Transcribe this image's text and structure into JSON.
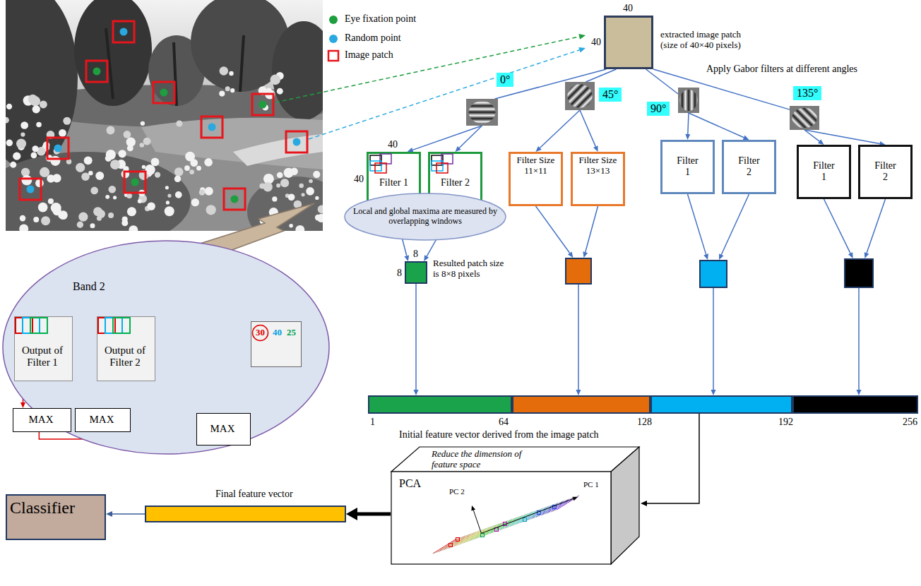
{
  "diagram": {
    "nodes": [
      {
        "text": [
          "extracted image patch (size of 40×40 pixels)"
        ]
      },
      {
        "text": [
          "0°"
        ]
      },
      {
        "text": [
          "45°"
        ]
      },
      {
        "text": [
          "90°"
        ]
      },
      {
        "text": [
          "135°"
        ]
      },
      {
        "text": [
          "Filter 1"
        ]
      },
      {
        "text": [
          "Filter 2"
        ]
      },
      {
        "text": [
          "Filter Size 11×11"
        ]
      },
      {
        "text": [
          "Filter Size 13×13"
        ]
      },
      {
        "text": [
          "Filter 1"
        ]
      },
      {
        "text": [
          "Filter 2"
        ]
      },
      {
        "text": [
          "Filter 1"
        ]
      },
      {
        "text": [
          "Filter 2"
        ]
      },
      {
        "text": [
          "Local and global maxima are measured by overlapping windows"
        ]
      },
      {
        "text": [
          "Resulted patch size is 8×8 pixels"
        ]
      },
      {
        "text": []
      },
      {
        "text": []
      },
      {
        "text": []
      },
      {
        "text": [
          "Initial feature vector derived from the image patch"
        ]
      },
      {
        "text": [
          "Band 2"
        ]
      },
      {
        "text": [
          "Output of Filter 1"
        ],
        "in": 19
      },
      {
        "text": [
          "Output of Filter 2"
        ],
        "in": 19
      },
      {
        "text": [
          "MAX"
        ],
        "in": 19
      },
      {
        "text": [
          "MAX"
        ],
        "in": 19
      },
      {
        "text": [
          "MAX"
        ],
        "in": 19
      },
      {
        "text": [
          "30",
          "40",
          "25"
        ],
        "in": 19
      },
      {
        "text": [
          "Reduce the dimension of feature space",
          "PCA"
        ]
      },
      {
        "text": [
          "Final feature vector"
        ]
      },
      {
        "text": [
          "Classifier"
        ]
      }
    ],
    "edges": [
      {
        "from": 0,
        "to": 1,
        "arrow": "none"
      },
      {
        "from": 0,
        "to": 2,
        "arrow": "none"
      },
      {
        "from": 0,
        "to": 3,
        "arrow": "none"
      },
      {
        "from": 0,
        "to": 4,
        "arrow": "none"
      },
      {
        "from": 1,
        "to": 5,
        "arrow": "to"
      },
      {
        "from": 1,
        "to": 6,
        "arrow": "to"
      },
      {
        "from": 2,
        "to": 7,
        "arrow": "to"
      },
      {
        "from": 2,
        "to": 8,
        "arrow": "to"
      },
      {
        "from": 3,
        "to": 9,
        "arrow": "to"
      },
      {
        "from": 3,
        "to": 10,
        "arrow": "to"
      },
      {
        "from": 4,
        "to": 11,
        "arrow": "to"
      },
      {
        "from": 4,
        "to": 12,
        "arrow": "to"
      },
      {
        "from": 5,
        "to": 14,
        "arrow": "to"
      },
      {
        "from": 6,
        "to": 14,
        "arrow": "to"
      },
      {
        "from": 7,
        "to": 15,
        "arrow": "to"
      },
      {
        "from": 8,
        "to": 15,
        "arrow": "to"
      },
      {
        "from": 9,
        "to": 16,
        "arrow": "to"
      },
      {
        "from": 10,
        "to": 16,
        "arrow": "to"
      },
      {
        "from": 11,
        "to": 17,
        "arrow": "to"
      },
      {
        "from": 12,
        "to": 17,
        "arrow": "to"
      },
      {
        "from": 14,
        "to": 18,
        "arrow": "to"
      },
      {
        "from": 15,
        "to": 18,
        "arrow": "to"
      },
      {
        "from": 16,
        "to": 18,
        "arrow": "to"
      },
      {
        "from": 17,
        "to": 18,
        "arrow": "to"
      },
      {
        "from": 18,
        "to": 26,
        "arrow": "to"
      },
      {
        "from": 26,
        "to": 27,
        "arrow": "to"
      },
      {
        "from": 27,
        "to": 28,
        "arrow": "to"
      },
      {
        "from": 20,
        "to": 22,
        "arrow": "to"
      },
      {
        "from": 21,
        "to": 23,
        "arrow": "to"
      },
      {
        "from": 22,
        "to": 24,
        "arrow": "to"
      },
      {
        "from": 23,
        "to": 24,
        "arrow": "to"
      },
      {
        "from": 24,
        "to": 25,
        "arrow": "to"
      }
    ],
    "labels": [
      "40",
      "40",
      "Apply Gabor filters at different angles",
      "40",
      "40",
      "8",
      "8",
      "1",
      "64",
      "128",
      "192",
      "256",
      "PC 2",
      "PC 1"
    ],
    "legend": [
      {
        "text": "Eye fixation point",
        "color": "#1e9e3e"
      },
      {
        "text": "Random point",
        "color": "#29a9e0"
      },
      {
        "text": "Image patch"
      }
    ]
  }
}
